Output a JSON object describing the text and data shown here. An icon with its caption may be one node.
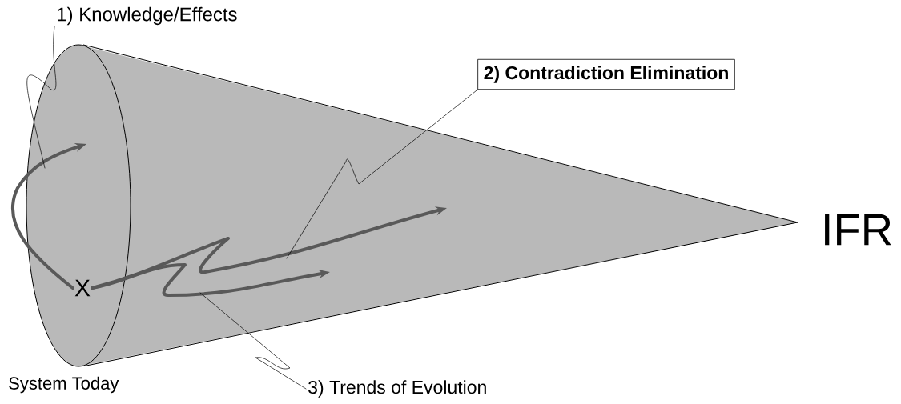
{
  "diagram": {
    "nodes": [
      {
        "text": [
          "1) Knowledge/Effects"
        ]
      },
      {
        "text": [
          "2) Contradiction Elimination"
        ]
      },
      {
        "text": [
          "3) Trends of Evolution"
        ]
      },
      {
        "text": [
          "X"
        ]
      },
      {
        "text": [
          "IFR"
        ]
      },
      {
        "text": [],
        "shape": "cone",
        "beside": [
          "System Today"
        ]
      }
    ],
    "edges": [
      {
        "from": 3,
        "to": 5,
        "arrow": "to",
        "style": "thick"
      },
      {
        "from": 3,
        "to": 5,
        "arrow": "to",
        "style": "thick"
      },
      {
        "from": 3,
        "to": 5,
        "arrow": "to",
        "style": "thick"
      },
      {
        "from": 0,
        "to": 5,
        "arrow": "none"
      },
      {
        "from": 1,
        "to": 5,
        "arrow": "none"
      },
      {
        "from": 2,
        "to": 5,
        "arrow": "none"
      }
    ]
  }
}
